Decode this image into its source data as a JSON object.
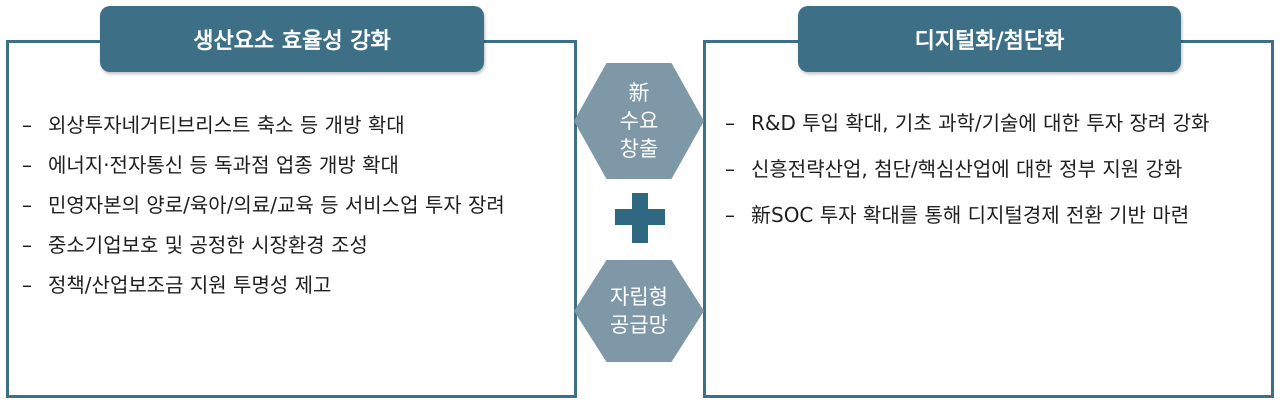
{
  "left": {
    "title": "생산요소 효율성 강화",
    "items": [
      {
        "text": "외상투자네거티브리스트 축소 등 개방 확대"
      },
      {
        "text": "에너지·전자통신 등 독과점 업종 개방 확대"
      },
      {
        "text": "민영자본의 양로/육아/의료/교육 등 서비스업 투자 장려"
      },
      {
        "text": "중소기업보호 및 공정한 시장환경 조성"
      },
      {
        "text": "정책/산업보조금 지원 투명성 제고"
      }
    ]
  },
  "right": {
    "title": "디지털화/첨단화",
    "items": [
      {
        "text": "R&D 투입 확대, 기초 과학/기술에 대한 투자 장려 강화"
      },
      {
        "text": "신흥전략산업, 첨단/핵심산업에 대한 정부 지원 강화"
      },
      {
        "text": "新SOC 투자 확대를 통해 디지털경제 전환 기반 마련"
      }
    ]
  },
  "center": {
    "top_hex": [
      "新",
      "수요",
      "창출"
    ],
    "bottom_hex": [
      "자립형",
      "공급망"
    ]
  },
  "colors": {
    "panel_border": "#3d6f86",
    "title_bg": "#3d6f86",
    "hex_bg": "#7e98a8",
    "plus": "#2f6680"
  }
}
